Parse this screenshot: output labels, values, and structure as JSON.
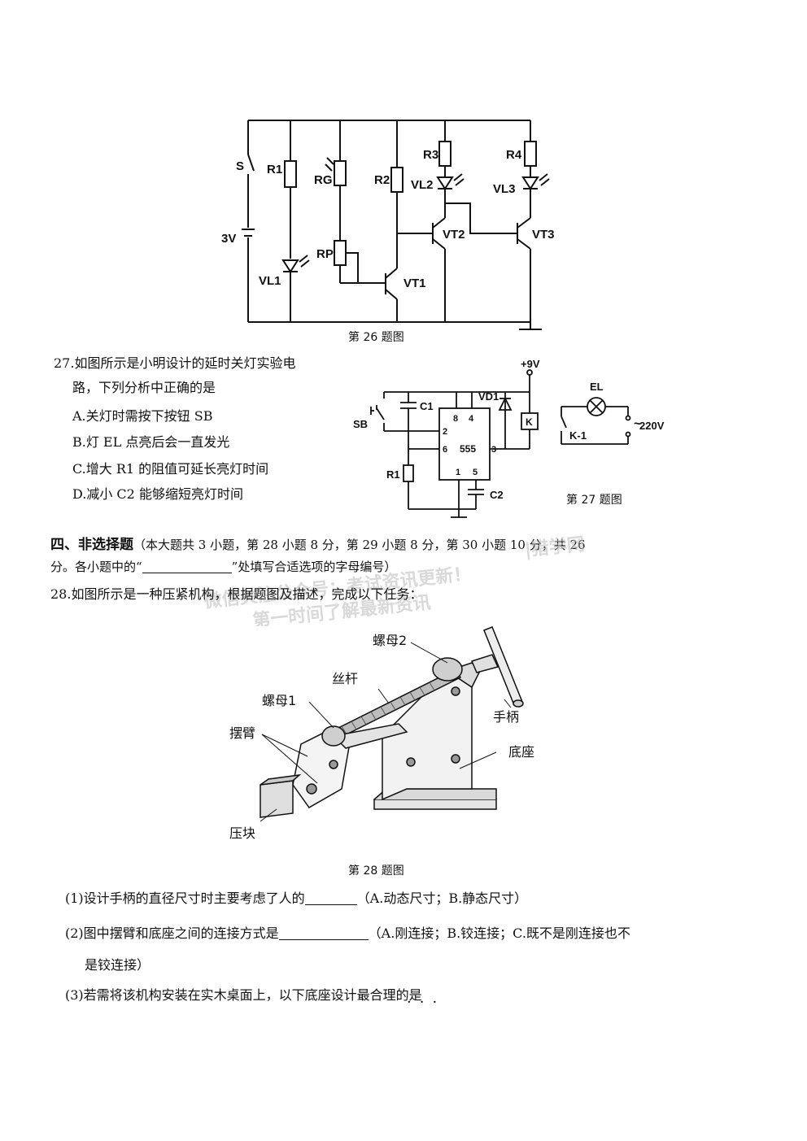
{
  "fig26": {
    "caption": "第 26 题图",
    "labels": {
      "s": "S",
      "r1": "R1",
      "rg": "RG",
      "r2": "R2",
      "r3": "R3",
      "r4": "R4",
      "vl2": "VL2",
      "vl3": "VL3",
      "v3": "3V",
      "rp": "RP",
      "vt2": "VT2",
      "vt3": "VT3",
      "vl1": "VL1",
      "vt1": "VT1"
    }
  },
  "q27": {
    "stem_line1": "27.如图所示是小明设计的延时关灯实验电",
    "stem_line2": "路，下列分析中正确的是",
    "options": [
      "A.关灯时需按下按钮 SB",
      "B.灯 EL 点亮后会一直发光",
      "C.增大 R1 的阻值可延长亮灯时间",
      "D.减小 C2 能够缩短亮灯时间"
    ]
  },
  "fig27": {
    "caption": "第 27 题图",
    "labels": {
      "v9": "+9V",
      "c1": "C1",
      "vd1": "VD1",
      "el": "EL",
      "sb": "SB",
      "k": "K",
      "k1": "K-1",
      "v220": "220V",
      "r1": "R1",
      "c2": "C2",
      "p8": "8",
      "p4": "4",
      "p2": "2",
      "p6": "6",
      "p3": "3",
      "p1": "1",
      "p5": "5",
      "chip": "555"
    }
  },
  "section4": {
    "heading": "四、非选择题",
    "desc_line1": "（本大题共 3 小题，第 28 小题 8 分，第 29 小题 8 分，第 30 小题 10 分，共 26",
    "desc_line2_a": "分。各小题中的“",
    "desc_line2_b": "”处填写合适选项的字母编号）"
  },
  "watermark": {
    "line1": "微信关注公众号：考试资讯更新！",
    "line2": "第一时间了解最新资讯",
    "brand": "|猎学网"
  },
  "q28": {
    "stem": "28.如图所示是一种压紧机构，根据题图及描述，完成以下任务：",
    "fig_caption": "第 28 题图",
    "labels": {
      "nut2": "螺母2",
      "screw": "丝杆",
      "nut1": "螺母1",
      "handle": "手柄",
      "arm": "摆臂",
      "base": "底座",
      "block": "压块"
    },
    "sub1_a": "(1)设计手柄的直径尺寸时主要考虑了人的",
    "sub1_b": "（A.动态尺寸；B.静态尺寸）",
    "sub2_a": "(2)图中摆臂和底座之间的连接方式是",
    "sub2_b": "（A.刚连接；B.铰连接；C.既不是刚连接也不",
    "sub2_c": "是铰连接）",
    "sub3": "(3)若需将该机构安装在实木桌面上，以下底座设计最合理的是",
    "dots": "···"
  }
}
